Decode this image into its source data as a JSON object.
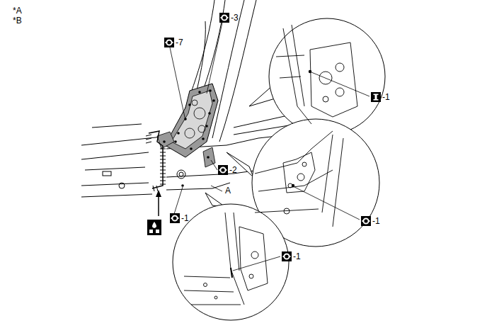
{
  "diagram": {
    "labels": [
      "*A",
      "*B",
      "-3",
      "-7",
      "-2",
      "-1",
      "A",
      "-1",
      "-1",
      "-1"
    ]
  }
}
